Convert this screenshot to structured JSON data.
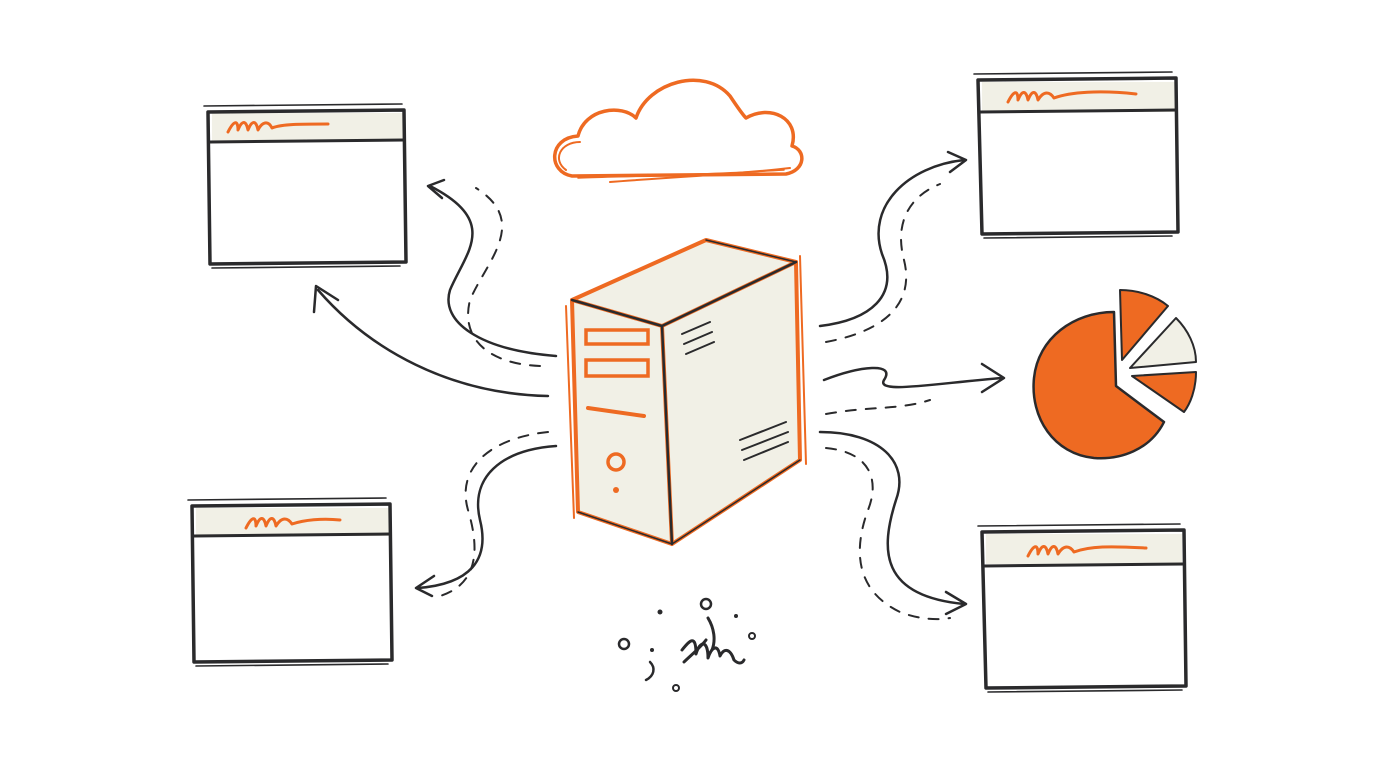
{
  "colors": {
    "ink": "#2a2a2c",
    "accent": "#ee6a22",
    "panel": "#f1f0e6",
    "background": "#ffffff"
  },
  "nodes": {
    "server": {
      "icon": "server-tower-icon"
    },
    "cloud": {
      "icon": "cloud-icon"
    },
    "windows": [
      {
        "id": "window-top-left",
        "icon": "browser-window-icon",
        "title_style": "orange-scribble"
      },
      {
        "id": "window-top-right",
        "icon": "browser-window-icon",
        "title_style": "orange-scribble"
      },
      {
        "id": "window-bottom-left",
        "icon": "browser-window-icon",
        "title_style": "orange-scribble"
      },
      {
        "id": "window-bottom-right",
        "icon": "browser-window-icon",
        "title_style": "orange-scribble"
      }
    ],
    "pie": {
      "icon": "pie-chart-icon",
      "slices": [
        0.72,
        0.08,
        0.1,
        0.1
      ]
    },
    "scribble": {
      "icon": "doodle-scribble-icon"
    }
  },
  "edges": [
    {
      "from": "server",
      "to": "window-top-left",
      "style": "solid-arrow"
    },
    {
      "from": "server",
      "to": "window-top-left",
      "style": "dashed"
    },
    {
      "from": "server",
      "to": "window-top-right",
      "style": "solid-arrow"
    },
    {
      "from": "server",
      "to": "pie-chart",
      "style": "solid-arrow"
    },
    {
      "from": "server",
      "to": "window-bottom-left",
      "style": "solid-arrow"
    },
    {
      "from": "server",
      "to": "window-bottom-right",
      "style": "solid-arrow"
    }
  ]
}
